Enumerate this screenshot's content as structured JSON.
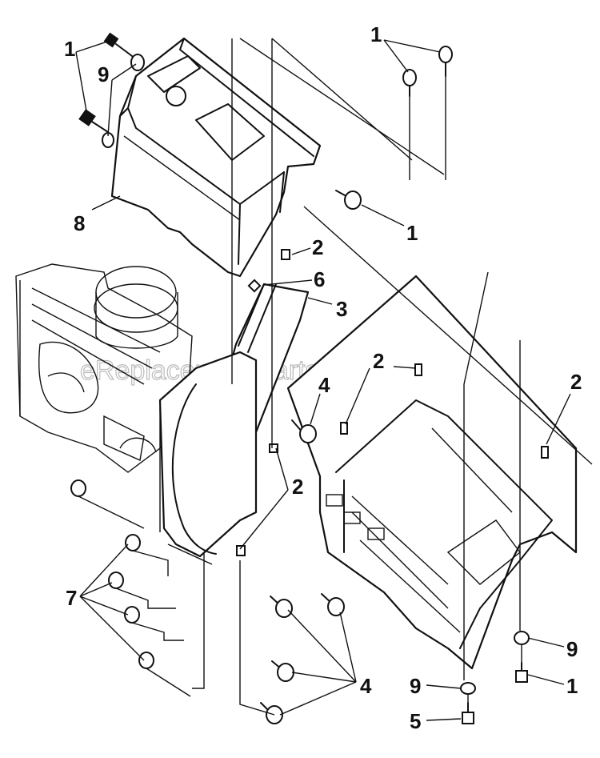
{
  "watermark": "eReplacementParts.com",
  "callouts": [
    {
      "key": "c-1-topleft",
      "label": "1"
    },
    {
      "key": "c-9-topleft",
      "label": "9"
    },
    {
      "key": "c-1-topright",
      "label": "1"
    },
    {
      "key": "c-8",
      "label": "8"
    },
    {
      "key": "c-1-right-of-cover",
      "label": "1"
    },
    {
      "key": "c-2-top",
      "label": "2"
    },
    {
      "key": "c-6",
      "label": "6"
    },
    {
      "key": "c-3",
      "label": "3"
    },
    {
      "key": "c-2-center",
      "label": "2"
    },
    {
      "key": "c-2-right",
      "label": "2"
    },
    {
      "key": "c-4-upper",
      "label": "4"
    },
    {
      "key": "c-2-lower",
      "label": "2"
    },
    {
      "key": "c-7",
      "label": "7"
    },
    {
      "key": "c-4-lower",
      "label": "4"
    },
    {
      "key": "c-9-bottom-right",
      "label": "9"
    },
    {
      "key": "c-1-bottom-right",
      "label": "1"
    },
    {
      "key": "c-9-bottom",
      "label": "9"
    },
    {
      "key": "c-5",
      "label": "5"
    }
  ]
}
